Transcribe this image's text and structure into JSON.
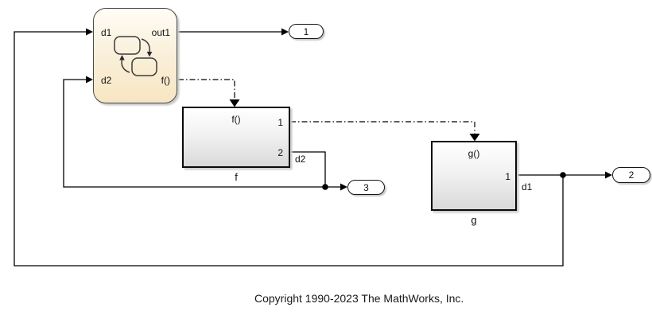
{
  "canvas": {
    "background": "#ffffff",
    "wire_color": "#000000",
    "chart_fill_top": "#fffdf6",
    "chart_fill_bottom": "#f7e6c3",
    "subsystem_fill_top": "#ffffff",
    "subsystem_fill_bottom": "#d9d9d9"
  },
  "chart": {
    "port_d1": "d1",
    "port_d2": "d2",
    "port_out1": "out1",
    "port_fcall": "f()"
  },
  "subsystem_f": {
    "trigger": "f()",
    "port_out1": "1",
    "port_out2": "2",
    "name": "f"
  },
  "subsystem_g": {
    "trigger": "g()",
    "port_out1": "1",
    "name": "g"
  },
  "outports": {
    "p1": "1",
    "p2": "2",
    "p3": "3"
  },
  "signal_labels": {
    "d2": "d2",
    "d1": "d1"
  },
  "annotation": {
    "copyright": "Copyright 1990-2023 The MathWorks, Inc."
  }
}
